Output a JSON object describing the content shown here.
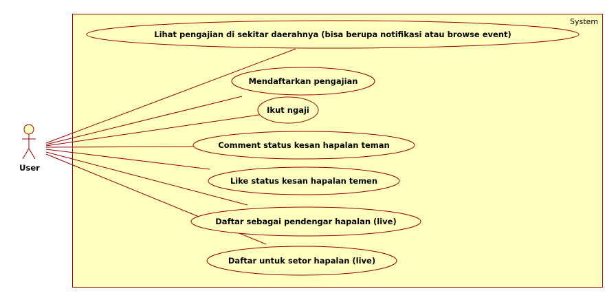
{
  "diagram": {
    "system": {
      "label": "System",
      "fill": "#ffffc0",
      "stroke": "#990000"
    },
    "actor": {
      "name": "User",
      "fill": "#ffffc0",
      "stroke": "#990000"
    },
    "use_cases": [
      {
        "id": "uc1",
        "label": "Lihat pengajian di sekitar daerahnya (bisa berupa notifikasi atau browse event)"
      },
      {
        "id": "uc2",
        "label": "Mendaftarkan pengajian"
      },
      {
        "id": "uc3",
        "label": "Ikut ngaji"
      },
      {
        "id": "uc4",
        "label": "Comment status kesan hapalan teman"
      },
      {
        "id": "uc5",
        "label": "Like status kesan hapalan temen"
      },
      {
        "id": "uc6",
        "label": "Daftar sebagai pendengar hapalan (live)"
      },
      {
        "id": "uc7",
        "label": "Daftar untuk setor hapalan (live)"
      }
    ],
    "line_color": "#990000"
  }
}
